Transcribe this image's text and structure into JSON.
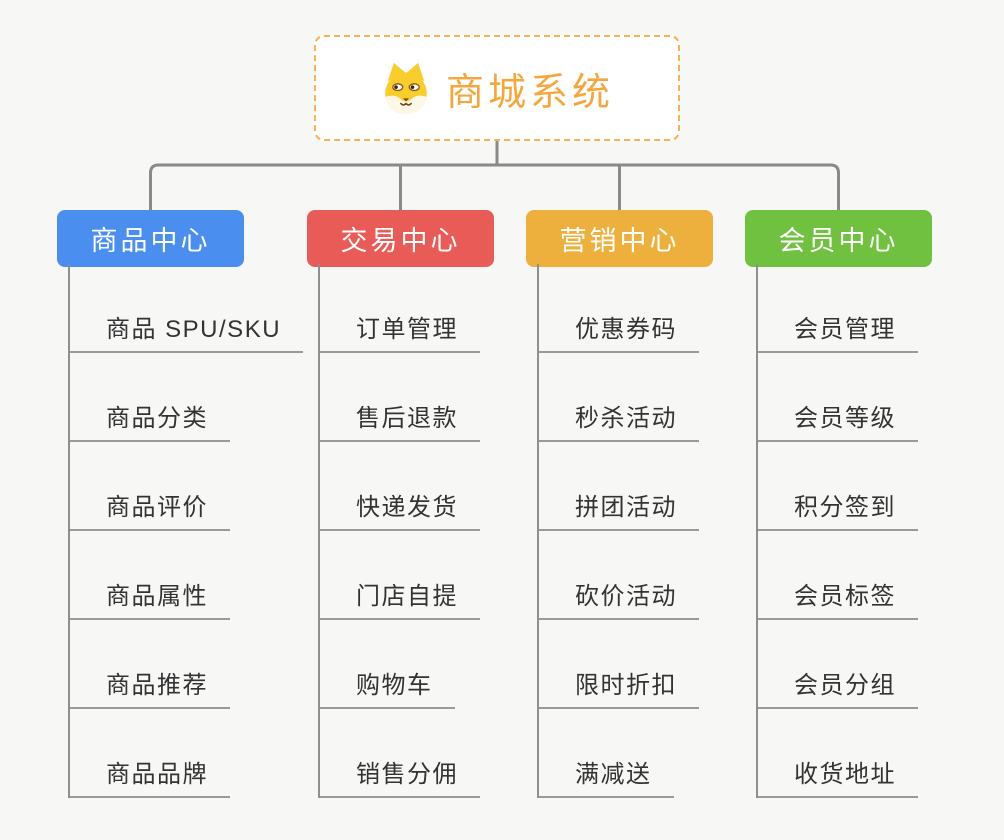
{
  "root": {
    "title": "商城系统",
    "icon_name": "dog-face-icon",
    "accent_color": "#f5a73c",
    "border_color": "#f2b455"
  },
  "connector_color": "#8a8a8a",
  "leaf_line_color": "#9a9a9a",
  "leaf_text_color": "#333333",
  "branches": [
    {
      "label": "商品中心",
      "color": "#4a8ff0",
      "items": [
        "商品 SPU/SKU",
        "商品分类",
        "商品评价",
        "商品属性",
        "商品推荐",
        "商品品牌"
      ]
    },
    {
      "label": "交易中心",
      "color": "#e85b56",
      "items": [
        "订单管理",
        "售后退款",
        "快递发货",
        "门店自提",
        "购物车",
        "销售分佣"
      ]
    },
    {
      "label": "营销中心",
      "color": "#eeb03c",
      "items": [
        "优惠券码",
        "秒杀活动",
        "拼团活动",
        "砍价活动",
        "限时折扣",
        "满减送"
      ]
    },
    {
      "label": "会员中心",
      "color": "#70c140",
      "items": [
        "会员管理",
        "会员等级",
        "积分签到",
        "会员标签",
        "会员分组",
        "收货地址"
      ]
    }
  ]
}
